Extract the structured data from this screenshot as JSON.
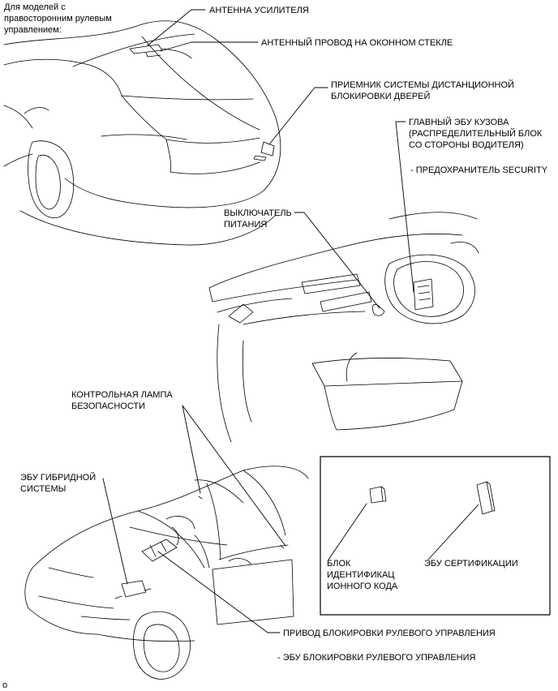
{
  "header": {
    "line1": "Для моделей с",
    "line2": "правосторонним рулевым",
    "line3": "управлением:"
  },
  "labels": {
    "antenna_amp": "АНТЕННА УСИЛИТЕЛЯ",
    "antenna_wire": "АНТЕННЫЙ ПРОВОД НА ОКОННОМ СТЕКЛЕ",
    "receiver_l1": "ПРИЕМНИК СИСТЕМЫ ДИСТАНЦИОННОЙ",
    "receiver_l2": "БЛОКИРОВКИ ДВЕРЕЙ",
    "body_ecu_l1": "ГЛАВНЫЙ ЭБУ КУЗОВА",
    "body_ecu_l2": "(РАСПРЕДЕЛИТЕЛЬНЫЙ БЛОК",
    "body_ecu_l3": "СО СТОРОНЫ ВОДИТЕЛЯ)",
    "fuse": "- ПРЕДОХРАНИТЕЛЬ SECURITY",
    "power_switch_l1": "ВЫКЛЮЧАТЕЛЬ",
    "power_switch_l2": "ПИТАНИЯ",
    "security_lamp_l1": "КОНТРОЛЬНАЯ ЛАМПА",
    "security_lamp_l2": "БЕЗОПАСНОСТИ",
    "hybrid_ecu_l1": "ЭБУ ГИБРИДНОЙ",
    "hybrid_ecu_l2": "СИСТЕМЫ",
    "id_code_box_l1": "БЛОК",
    "id_code_box_l2": "ИДЕНТИФИКАЦ",
    "id_code_box_l3": "ИОННОГО КОДА",
    "cert_ecu": "ЭБУ СЕРТИФИКАЦИИ",
    "steering_lock_actuator": "ПРИВОД БЛОКИРОВКИ РУЛЕВОГО УПРАВЛЕНИЯ",
    "steering_lock_ecu": "- ЭБУ БЛОКИРОВКИ РУЛЕВОГО УПРАВЛЕНИЯ"
  },
  "figure_code": "o"
}
